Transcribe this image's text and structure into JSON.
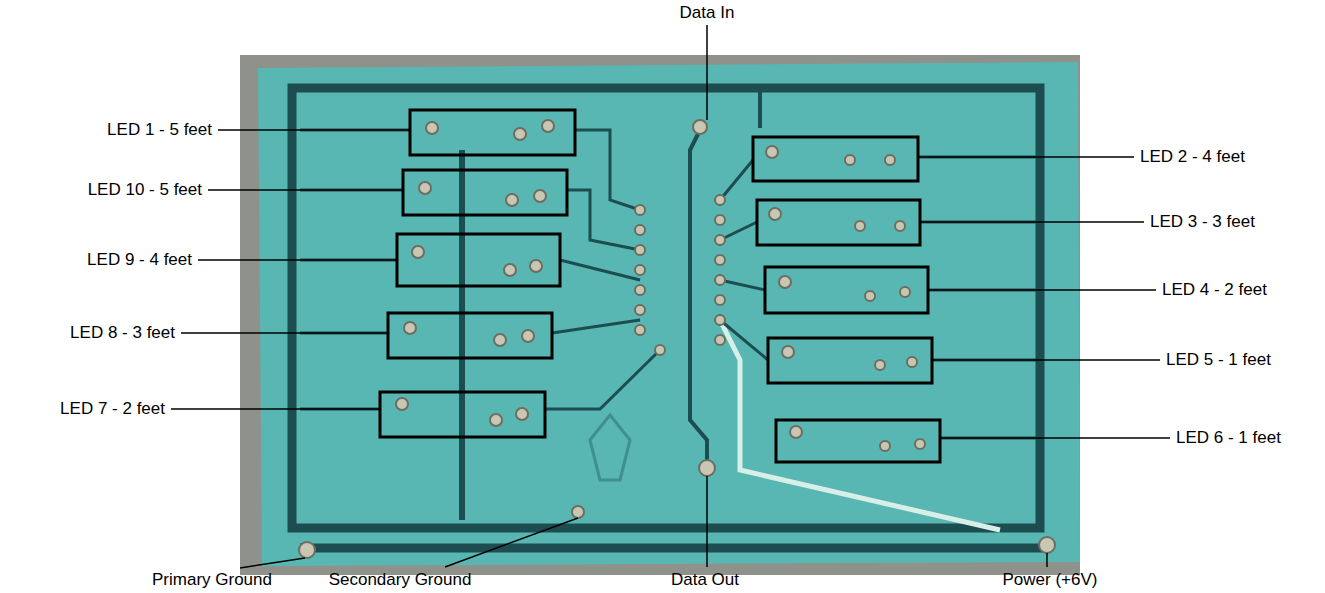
{
  "diagram": {
    "labels": [
      "Data In",
      "LED 1 - 5 feet",
      "LED 10 - 5 feet",
      "LED 9 - 4 feet",
      "LED 8 - 3 feet",
      "LED 7 - 2 feet",
      "LED 2 - 4 feet",
      "LED 3 - 3 feet",
      "LED 4 - 2 feet",
      "LED 5 - 1 feet",
      "LED 6 - 1 feet",
      "Primary Ground",
      "Secondary Ground",
      "Data Out",
      "Power (+6V)"
    ]
  }
}
